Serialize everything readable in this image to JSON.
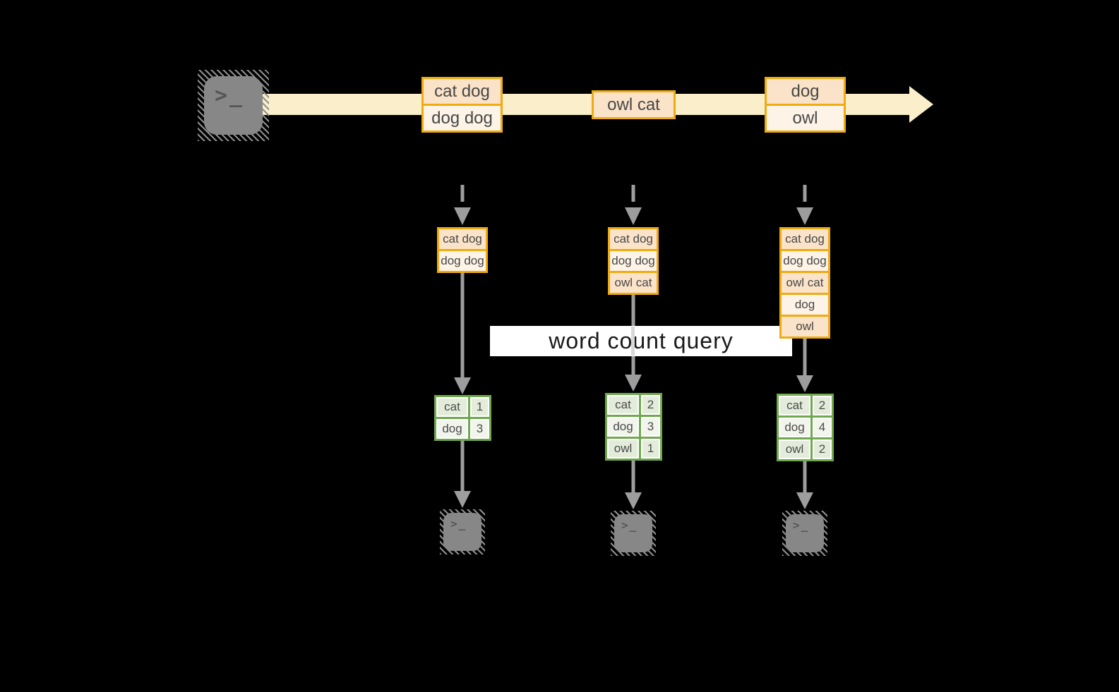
{
  "banner": {
    "label": "word count query"
  },
  "glyph": {
    "terminal_prompt": ">_"
  },
  "stream": {
    "events": [
      {
        "lines": [
          "cat dog",
          "dog dog"
        ]
      },
      {
        "lines": [
          "owl cat"
        ]
      },
      {
        "lines": [
          "dog",
          "owl"
        ]
      }
    ]
  },
  "columns": [
    {
      "batch": [
        "cat dog",
        "dog dog"
      ],
      "counts": [
        {
          "word": "cat",
          "count": "1"
        },
        {
          "word": "dog",
          "count": "3"
        }
      ]
    },
    {
      "batch": [
        "cat dog",
        "dog dog",
        "owl cat"
      ],
      "counts": [
        {
          "word": "cat",
          "count": "2"
        },
        {
          "word": "dog",
          "count": "3"
        },
        {
          "word": "owl",
          "count": "1"
        }
      ]
    },
    {
      "batch": [
        "cat dog",
        "dog dog",
        "owl cat",
        "dog",
        "owl"
      ],
      "counts": [
        {
          "word": "cat",
          "count": "2"
        },
        {
          "word": "dog",
          "count": "4"
        },
        {
          "word": "owl",
          "count": "2"
        }
      ]
    }
  ],
  "colors": {
    "background": "#000000",
    "stream_arrow": "#faefca",
    "box_border": "#efab10",
    "box_fill_dark": "#fae3c8",
    "box_fill_light": "#fdf3e6",
    "table_border": "#6fa84f",
    "table_cell_dark": "#e3ecda",
    "table_cell_light": "#f1f5ec",
    "arrow_gray": "#9d9d9d",
    "terminal_gray": "#878787",
    "banner_bg": "#ffffff"
  }
}
